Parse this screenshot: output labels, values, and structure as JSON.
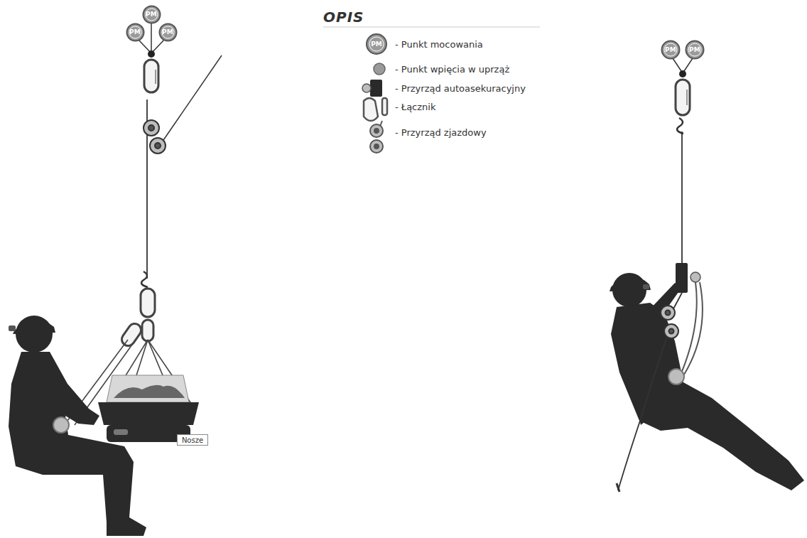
{
  "diagram": {
    "title": "OPIS",
    "nodes": [
      {
        "text": [
          "PM"
        ]
      },
      {
        "text": [
          "PM"
        ]
      },
      {
        "text": [
          "PM"
        ]
      },
      {
        "text": [
          "Nosze"
        ]
      },
      {
        "text": [
          "PM"
        ]
      },
      {
        "text": [
          "PM"
        ]
      }
    ],
    "labels": [
      "PM"
    ],
    "legend": [
      {
        "text": "- Punkt mocowania"
      },
      {
        "text": "- Punkt wpięcia w uprząż"
      },
      {
        "text": "- Przyrząd autoasekuracyjny"
      },
      {
        "text": "- Łącznik"
      },
      {
        "text": "- Przyrząd zjazdowy"
      }
    ]
  }
}
